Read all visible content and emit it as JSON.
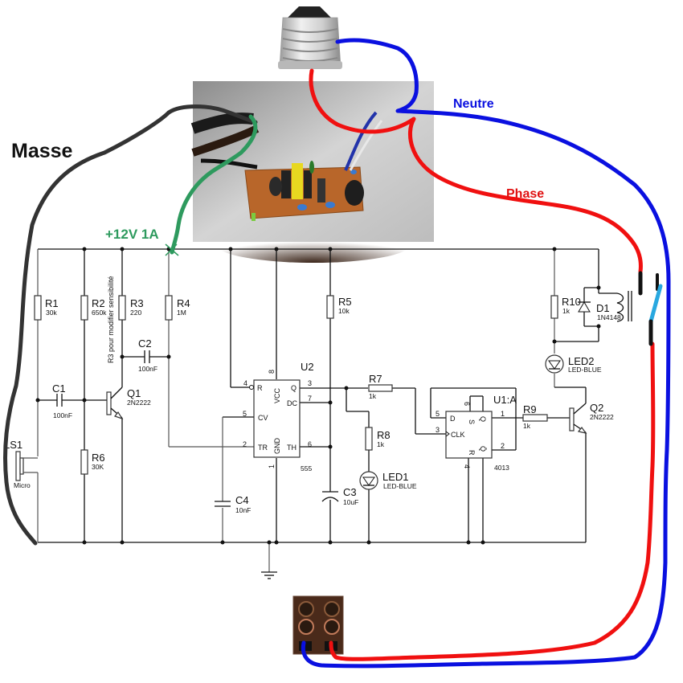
{
  "annotations": {
    "ground_label": "Masse",
    "power_label": "+12V 1A",
    "neutral_label": "Neutre",
    "phase_label": "Phase",
    "r3_note": "R3 pour modifier sensibilité"
  },
  "colors": {
    "ground_wire": "#333333",
    "power_wire": "#2e9a5e",
    "neutral_wire": "#0a10e0",
    "phase_wire": "#f01010",
    "switch_wire": "#29a8e0"
  },
  "components": {
    "R1": {
      "ref": "R1",
      "value": "30k"
    },
    "R2": {
      "ref": "R2",
      "value": "650k"
    },
    "R3": {
      "ref": "R3",
      "value": "220"
    },
    "R4": {
      "ref": "R4",
      "value": "1M"
    },
    "R5": {
      "ref": "R5",
      "value": "10k"
    },
    "R6": {
      "ref": "R6",
      "value": "30K"
    },
    "R7": {
      "ref": "R7",
      "value": "1k"
    },
    "R8": {
      "ref": "R8",
      "value": "1k"
    },
    "R9": {
      "ref": "R9",
      "value": "1k"
    },
    "R10": {
      "ref": "R10",
      "value": "1k"
    },
    "C1": {
      "ref": "C1",
      "value": "100nF"
    },
    "C2": {
      "ref": "C2",
      "value": "100nF"
    },
    "C3": {
      "ref": "C3",
      "value": "10uF"
    },
    "C4": {
      "ref": "C4",
      "value": "10nF"
    },
    "Q1": {
      "ref": "Q1",
      "value": "2N2222"
    },
    "Q2": {
      "ref": "Q2",
      "value": "2N2222"
    },
    "D1": {
      "ref": "D1",
      "value": "1N4148"
    },
    "LED1": {
      "ref": "LED1",
      "value": "LED-BLUE"
    },
    "LED2": {
      "ref": "LED2",
      "value": "LED-BLUE"
    },
    "LS1": {
      "ref": "LS1",
      "value": "Micro"
    },
    "U2": {
      "ref": "U2",
      "value": "555",
      "pins": {
        "R": "R",
        "VCC": "VCC",
        "Q": "Q",
        "DC": "DC",
        "CV": "CV",
        "TR": "TR",
        "GND": "GND",
        "TH": "TH"
      },
      "pin_numbers": {
        "p4": "4",
        "p8": "8",
        "p3": "3",
        "p7": "7",
        "p5": "5",
        "p2": "2",
        "p1": "1",
        "p6": "6"
      }
    },
    "U1": {
      "ref": "U1:A",
      "value": "4013",
      "pins": {
        "D": "D",
        "S": "S",
        "Q": "Q",
        "CLK": "CLK",
        "R": "R",
        "QN": "Q̄"
      },
      "pin_numbers": {
        "p5": "5",
        "p6": "6",
        "p1": "1",
        "p3": "3",
        "p4": "4",
        "p2": "2"
      }
    }
  }
}
